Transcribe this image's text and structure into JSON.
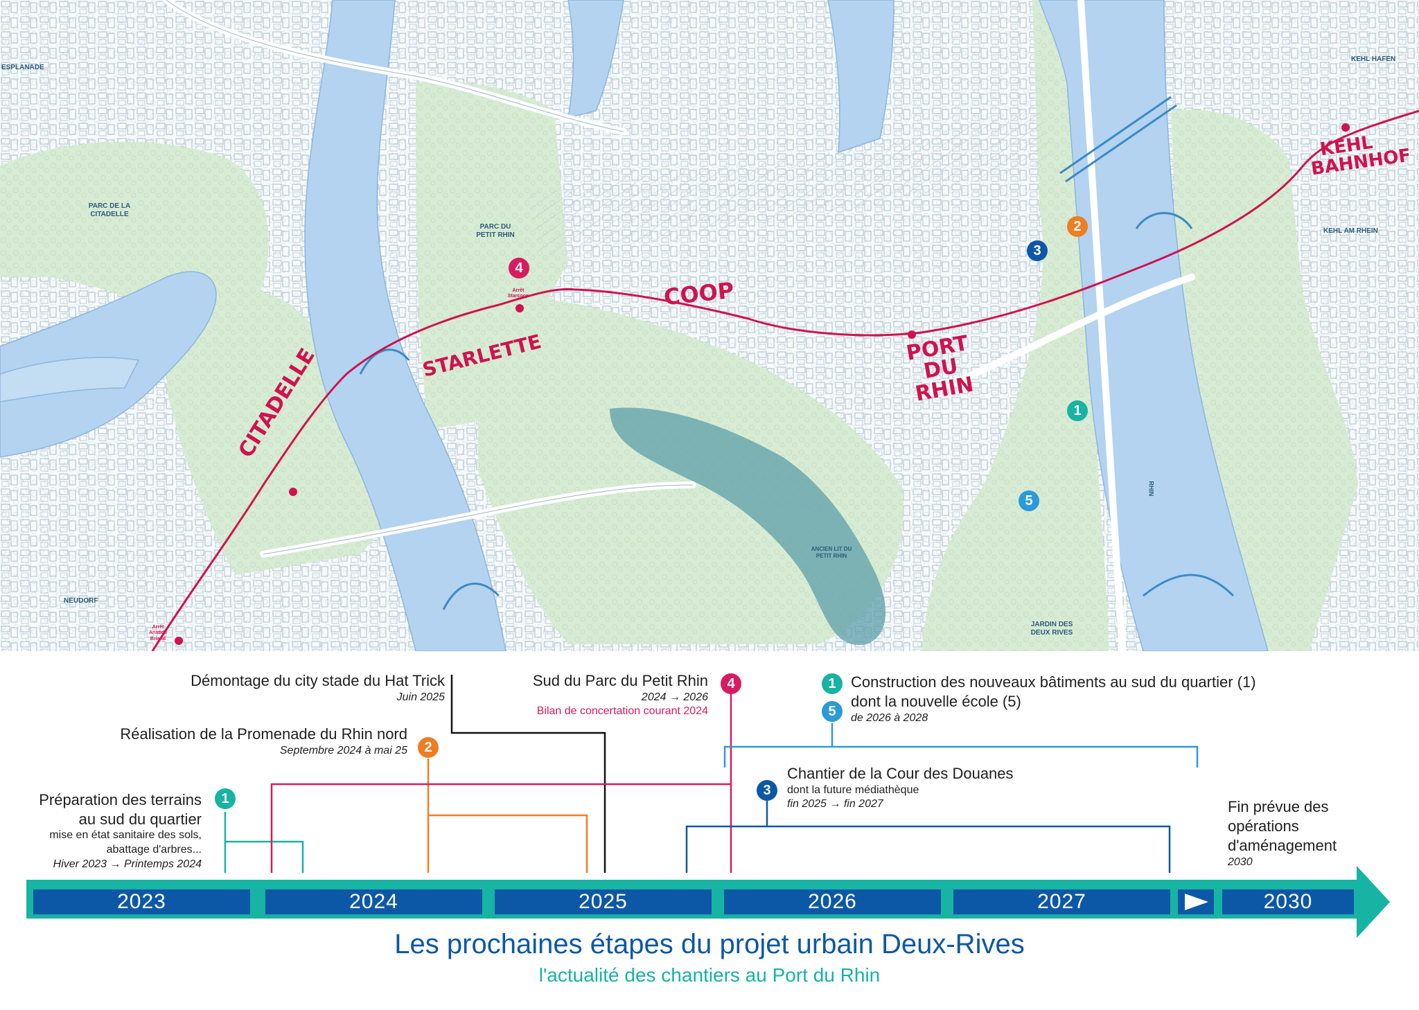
{
  "map": {
    "stations": {
      "citadelle": "CITADELLE",
      "starlette": "STARLETTE",
      "coop": "COOP",
      "port_du_rhin": "PORT DU RHIN",
      "kehl_bahnhof": "KEHL BAHNHOF"
    },
    "labels": {
      "esplanade": "ESPLANADE",
      "parc_citadelle": "PARC DE LA CITADELLE",
      "parc_petit_rhin": "PARC DU PETIT RHIN",
      "neudorf": "NEUDORF",
      "kehl_hafen": "KEHL HAFEN",
      "kehl_am_rhein": "KEHL AM RHEIN",
      "jardin_deux_rives": "JARDIN DES DEUX RIVES",
      "ancien_lit": "ANCIEN LIT DU PETIT RHIN",
      "rhin": "RHIN",
      "arret_starcoop": "Arrêt Starcoop",
      "arret_aristide": "Arrêt Aristide Briand"
    }
  },
  "timeline": {
    "years": [
      "2023",
      "2024",
      "2025",
      "2026",
      "2027",
      "2030"
    ],
    "events": {
      "hat_trick": {
        "title": "Démontage du city stade du Hat Trick",
        "date": "Juin 2025"
      },
      "promenade": {
        "badge": "2",
        "title": "Réalisation de la Promenade du Rhin nord",
        "date": "Septembre 2024 à mai 25"
      },
      "preparation": {
        "badge": "1",
        "title_line1": "Préparation des terrains",
        "title_line2": "au sud du quartier",
        "detail_line1": "mise en état sanitaire des sols,",
        "detail_line2": "abattage d'arbres...",
        "date": "Hiver 2023 → Printemps 2024"
      },
      "parc_petit_rhin": {
        "badge": "4",
        "title": "Sud du Parc du Petit Rhin",
        "date": "2024 → 2026",
        "note": "Bilan de concertation courant 2024"
      },
      "nouveaux_batiments": {
        "badge_a": "1",
        "badge_b": "5",
        "title_line1": "Construction des nouveaux bâtiments au sud du quartier (1)",
        "title_line2": "dont la nouvelle école (5)",
        "date": "de 2026 à 2028"
      },
      "cour_douanes": {
        "badge": "3",
        "title": "Chantier de la Cour des Douanes",
        "detail": "dont la future médiathèque",
        "date": "fin 2025 → fin 2027"
      },
      "fin": {
        "title_line1": "Fin prévue des",
        "title_line2": "opérations",
        "title_line3": "d'aménagement",
        "date": "2030"
      }
    }
  },
  "footer": {
    "title": "Les prochaines étapes du projet urbain Deux-Rives",
    "subtitle": "l'actualité des chantiers au Port du Rhin"
  },
  "colors": {
    "teal": "#17b3a3",
    "pink": "#d81b60",
    "orange": "#ef7d22",
    "blue_dark": "#0d58a6",
    "blue_light": "#2a9bd8",
    "water": "#b3d3f0",
    "green": "#d8ebd4",
    "tram": "#d0124e"
  }
}
